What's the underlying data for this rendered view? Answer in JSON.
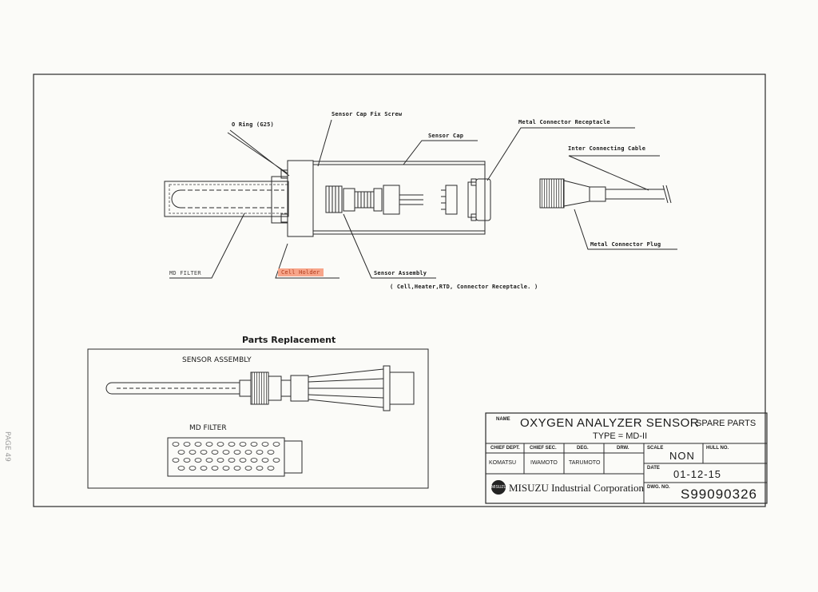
{
  "callouts": {
    "o_ring": "O Ring (G25)",
    "sensor_cap_fix_screw": "Sensor Cap Fix Screw",
    "sensor_cap": "Sensor Cap",
    "metal_connector_receptacle": "Metal Connector Receptacle",
    "inter_connecting_cable": "Inter Connecting Cable",
    "metal_connector_plug": "Metal Connector Plug",
    "md_filter": "MD FILTER",
    "cell_holder": "Cell Holder",
    "sensor_assembly": "Sensor Assembly",
    "sensor_assembly_note": "( Cell,Heater,RTD, Connector Receptacle. )"
  },
  "parts_replacement": {
    "title": "Parts Replacement",
    "sensor_assembly_label": "SENSOR ASSEMBLY",
    "md_filter_label": "MD FILTER"
  },
  "side_text": "PAGE 49",
  "title_block": {
    "name_label": "NAME",
    "name_value": "OXYGEN ANALYZER SENSOR",
    "name_suffix": "SPARE PARTS",
    "type_value": "TYPE = MD-II",
    "headers": [
      "CHIEF DEPT.",
      "CHIEF SEC.",
      "DEG.",
      "DRW."
    ],
    "signatures": [
      "KOMATSU",
      "IWAMOTO",
      "TARUMOTO",
      ""
    ],
    "scale_label": "SCALE",
    "scale_value": "NON",
    "hull_label": "HULL NO.",
    "hull_value": "",
    "date_label": "DATE",
    "date_value": "01-12-15",
    "dwg_label": "DWG. NO.",
    "dwg_value": "S99090326",
    "company": "MISUZU Industrial Corporation",
    "logo_text": "MISUZU"
  }
}
